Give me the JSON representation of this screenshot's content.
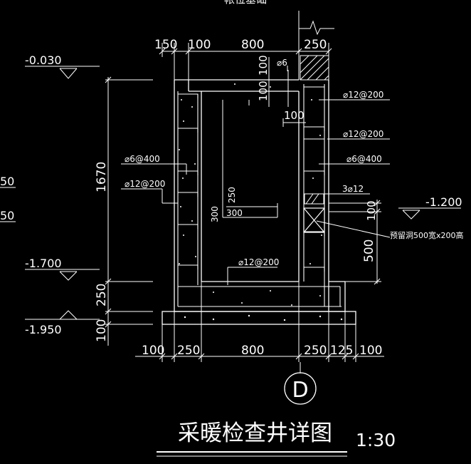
{
  "header_fragment": "帐位基础",
  "title": "采暖检查井详图",
  "scale": "1:30",
  "detail_marker": "D",
  "elevations": {
    "top": "-0.030",
    "mid_right": "-1.200",
    "bottom_inner": "-1.700",
    "bottom": "-1.950",
    "left_fragment_1": "50",
    "left_fragment_2": "50"
  },
  "top_dimensions": [
    "150",
    "100",
    "800",
    "250"
  ],
  "bottom_dimensions": [
    "100",
    "250",
    "800",
    "250",
    "125",
    "100"
  ],
  "vertical_dimensions": {
    "height_total": "1670",
    "base_slab": "250",
    "footing": "100",
    "pipe_gap": "100",
    "opening_top": "100",
    "opening_height": "500"
  },
  "inner_dimensions": {
    "top_cover": "100",
    "top_offset": "100",
    "corner_vertical": "250",
    "corner_horizontal": "300",
    "corner_vertical_left": "300"
  },
  "rebar_labels": {
    "top_small": "⌀6",
    "right_1": "⌀12@200",
    "right_2": "⌀12@200",
    "right_3": "⌀6@400",
    "left_1": "⌀6@400",
    "left_2": "⌀12@200",
    "bottom": "⌀12@200",
    "lintel": "3⌀12",
    "opening": "预留洞500宽x200高"
  }
}
